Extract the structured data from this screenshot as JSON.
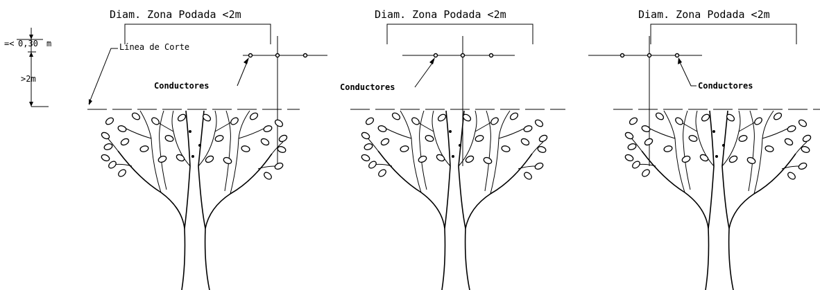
{
  "drawing": {
    "dimension": {
      "clearance_prefix": "=<",
      "clearance_value": "0,30",
      "clearance_unit": "m",
      "height_value": ">2m"
    },
    "labels": {
      "cut_line": "Línea de Corte"
    },
    "panels": [
      {
        "title": "Diam. Zona Podada <2m",
        "conductor_label": "Conductores"
      },
      {
        "title": "Diam. Zona Podada <2m",
        "conductor_label": "Conductores"
      },
      {
        "title": "Diam. Zona Podada <2m",
        "conductor_label": "Conductores"
      }
    ]
  }
}
